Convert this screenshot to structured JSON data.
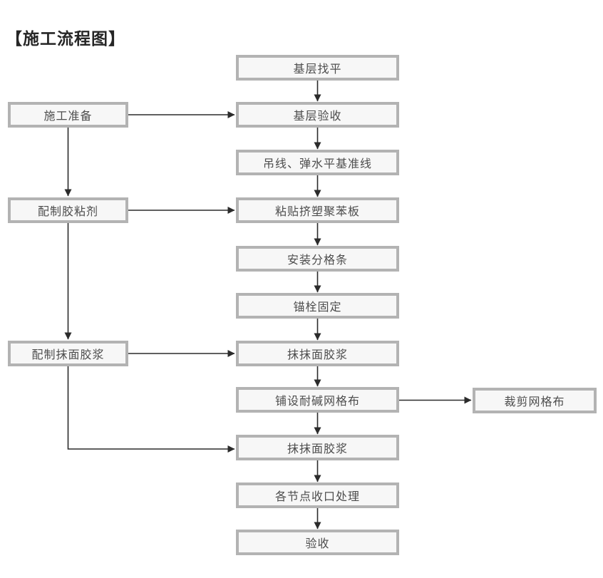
{
  "title": "【施工流程图】",
  "colors": {
    "background": "#ffffff",
    "box_border": "#b3b3b3",
    "box_fill": "#f7f7f7",
    "box_text": "#4d4d4d",
    "arrow": "#2b2b2b",
    "title_text": "#262626"
  },
  "flowchart": {
    "nodes": {
      "m1": "基层找平",
      "m2": "基层验收",
      "m3": "吊线、弹水平基准线",
      "m4": "粘贴挤塑聚苯板",
      "m5": "安装分格条",
      "m6": "锚栓固定",
      "m7": "抹抹面胶浆",
      "m8": "铺设耐碱网格布",
      "m9": "抹抹面胶浆",
      "m10": "各节点收口处理",
      "m11": "验收",
      "l1": "施工准备",
      "l2": "配制胶粘剂",
      "l3": "配制抹面胶浆",
      "r1": "裁剪网格布"
    },
    "connections": [
      {
        "from": "m1",
        "to": "m2"
      },
      {
        "from": "m2",
        "to": "m3"
      },
      {
        "from": "m3",
        "to": "m4"
      },
      {
        "from": "m4",
        "to": "m5"
      },
      {
        "from": "m5",
        "to": "m6"
      },
      {
        "from": "m6",
        "to": "m7"
      },
      {
        "from": "m7",
        "to": "m8"
      },
      {
        "from": "m8",
        "to": "m9"
      },
      {
        "from": "m9",
        "to": "m10"
      },
      {
        "from": "m10",
        "to": "m11"
      },
      {
        "from": "l1",
        "to": "m2"
      },
      {
        "from": "l1",
        "to": "l2"
      },
      {
        "from": "l2",
        "to": "m4"
      },
      {
        "from": "l2",
        "to": "l3"
      },
      {
        "from": "l3",
        "to": "m7"
      },
      {
        "from": "l3",
        "to": "m9"
      },
      {
        "from": "m8",
        "to": "r1"
      }
    ]
  }
}
